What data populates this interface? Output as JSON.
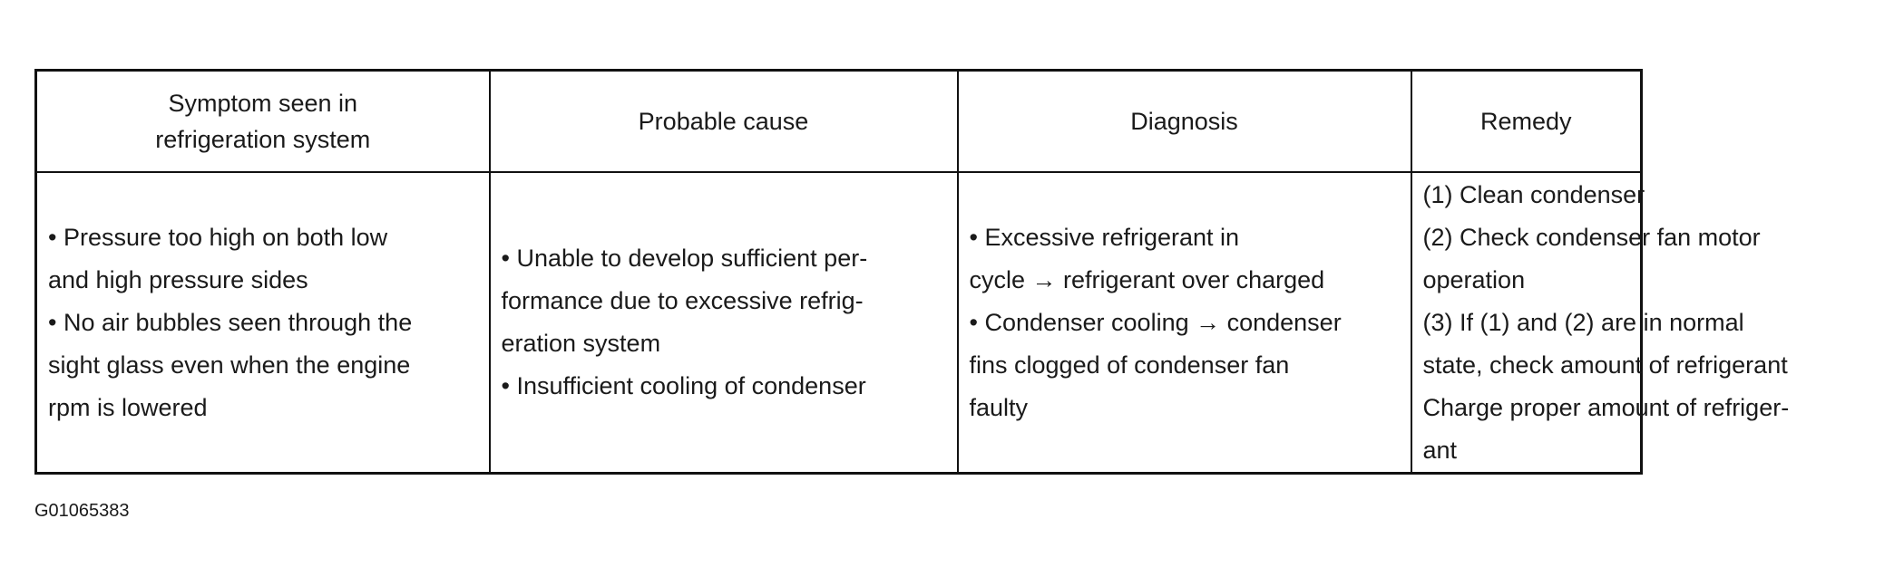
{
  "table": {
    "headers": [
      [
        "Symptom seen in",
        "refrigeration system"
      ],
      [
        "Probable cause"
      ],
      [
        "Diagnosis"
      ],
      [
        "Remedy"
      ]
    ],
    "row": {
      "symptom": [
        "• Pressure too high on both low",
        "and high pressure sides",
        "• No air bubbles seen through the",
        "sight glass even when the engine",
        "rpm is lowered"
      ],
      "cause": [
        "• Unable to develop sufficient per-",
        "formance due to excessive refrig-",
        "eration system",
        "• Insufficient cooling of condenser"
      ],
      "diagnosis": [
        "• Excessive refrigerant in",
        "cycle → refrigerant over charged",
        "• Condenser cooling → condenser",
        "fins clogged of condenser fan",
        "faulty"
      ],
      "remedy": [
        "(1) Clean condenser",
        "(2) Check condenser fan motor",
        "operation",
        "(3) If (1) and (2) are in normal",
        "state, check amount of refrigerant",
        "Charge proper amount of refriger-",
        "ant"
      ]
    }
  },
  "figure_id": "G01065383"
}
